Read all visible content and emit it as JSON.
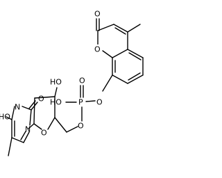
{
  "molecule": {
    "atoms": {
      "coumarin_carbonyl_o": "O",
      "coumarin_ring_o": "O",
      "phosphoryl_o": "O",
      "hydroxy_p": "HO",
      "phosphorus": "P",
      "aryl_ester_o": "O",
      "ribose_oh": "HO",
      "ring_o": "O",
      "methylene_ester_o": "O",
      "uracil_n1": "N",
      "uracil_n3": "N",
      "uracil_o2": "O",
      "uracil_4_oh": "HO"
    }
  }
}
